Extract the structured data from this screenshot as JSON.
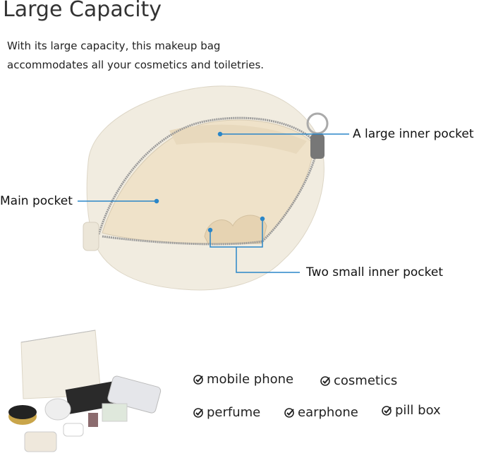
{
  "title": "Large Capacity",
  "description": [
    "With its large capacity, this makeup bag",
    "accommodates all your cosmetics and toiletries."
  ],
  "callouts": {
    "large_inner": "A large inner pocket",
    "main": "Main pocket",
    "small_inner": "Two small inner pocket"
  },
  "items": [
    "mobile phone",
    "cosmetics",
    "perfume",
    "earphone",
    "pill box"
  ],
  "colors": {
    "callout_line": "#2a86c8",
    "bag": "#f1ece0",
    "interior": "#efe2c9"
  }
}
